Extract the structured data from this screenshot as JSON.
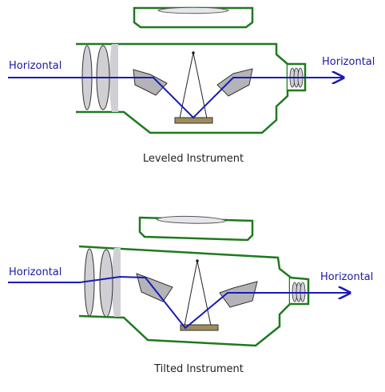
{
  "leveled": {
    "left_label": "Horizontal",
    "right_label": "Horizontal",
    "caption": "Leveled Instrument"
  },
  "tilted": {
    "left_label": "Horizontal",
    "right_label": "Horizontal",
    "caption": "Tilted Instrument"
  },
  "colors": {
    "body_outline": "#1e7a1e",
    "light_ray": "#1a1ab8",
    "label_text": "#1a1aa6",
    "lens_fill": "#d0d0d4",
    "prism_fill": "#b4b4b8",
    "weight_fill": "#a08c5a",
    "caption_text": "#222222"
  }
}
